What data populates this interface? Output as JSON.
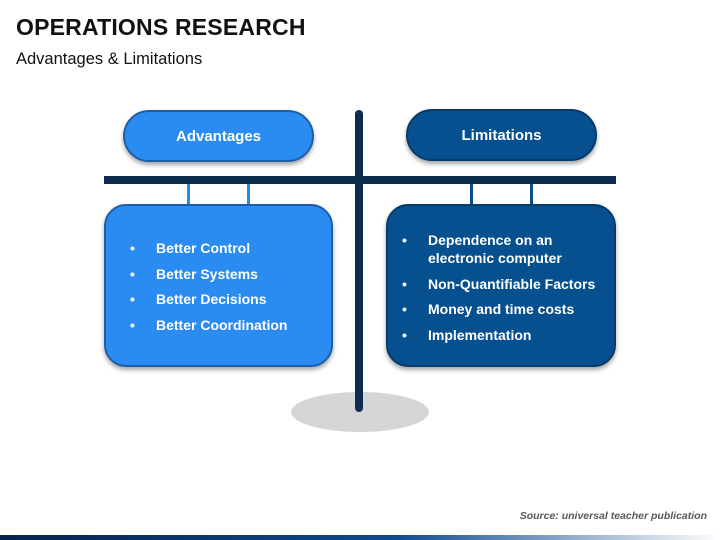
{
  "header": {
    "title": "OPERATIONS RESEARCH",
    "subtitle": "Advantages & Limitations"
  },
  "advantages": {
    "label": "Advantages",
    "items": [
      "Better Control",
      "Better Systems",
      "Better Decisions",
      "Better Coordination"
    ]
  },
  "limitations": {
    "label": "Limitations",
    "items": [
      "Dependence on an electronic computer",
      "Non-Quantifiable Factors",
      "Money and time costs",
      "Implementation"
    ]
  },
  "footer": {
    "source": "Source: universal teacher publication"
  },
  "colors": {
    "advantages_fill": "#2a8cf0",
    "limitations_fill": "#06508f",
    "balance": "#0d2c4e"
  }
}
